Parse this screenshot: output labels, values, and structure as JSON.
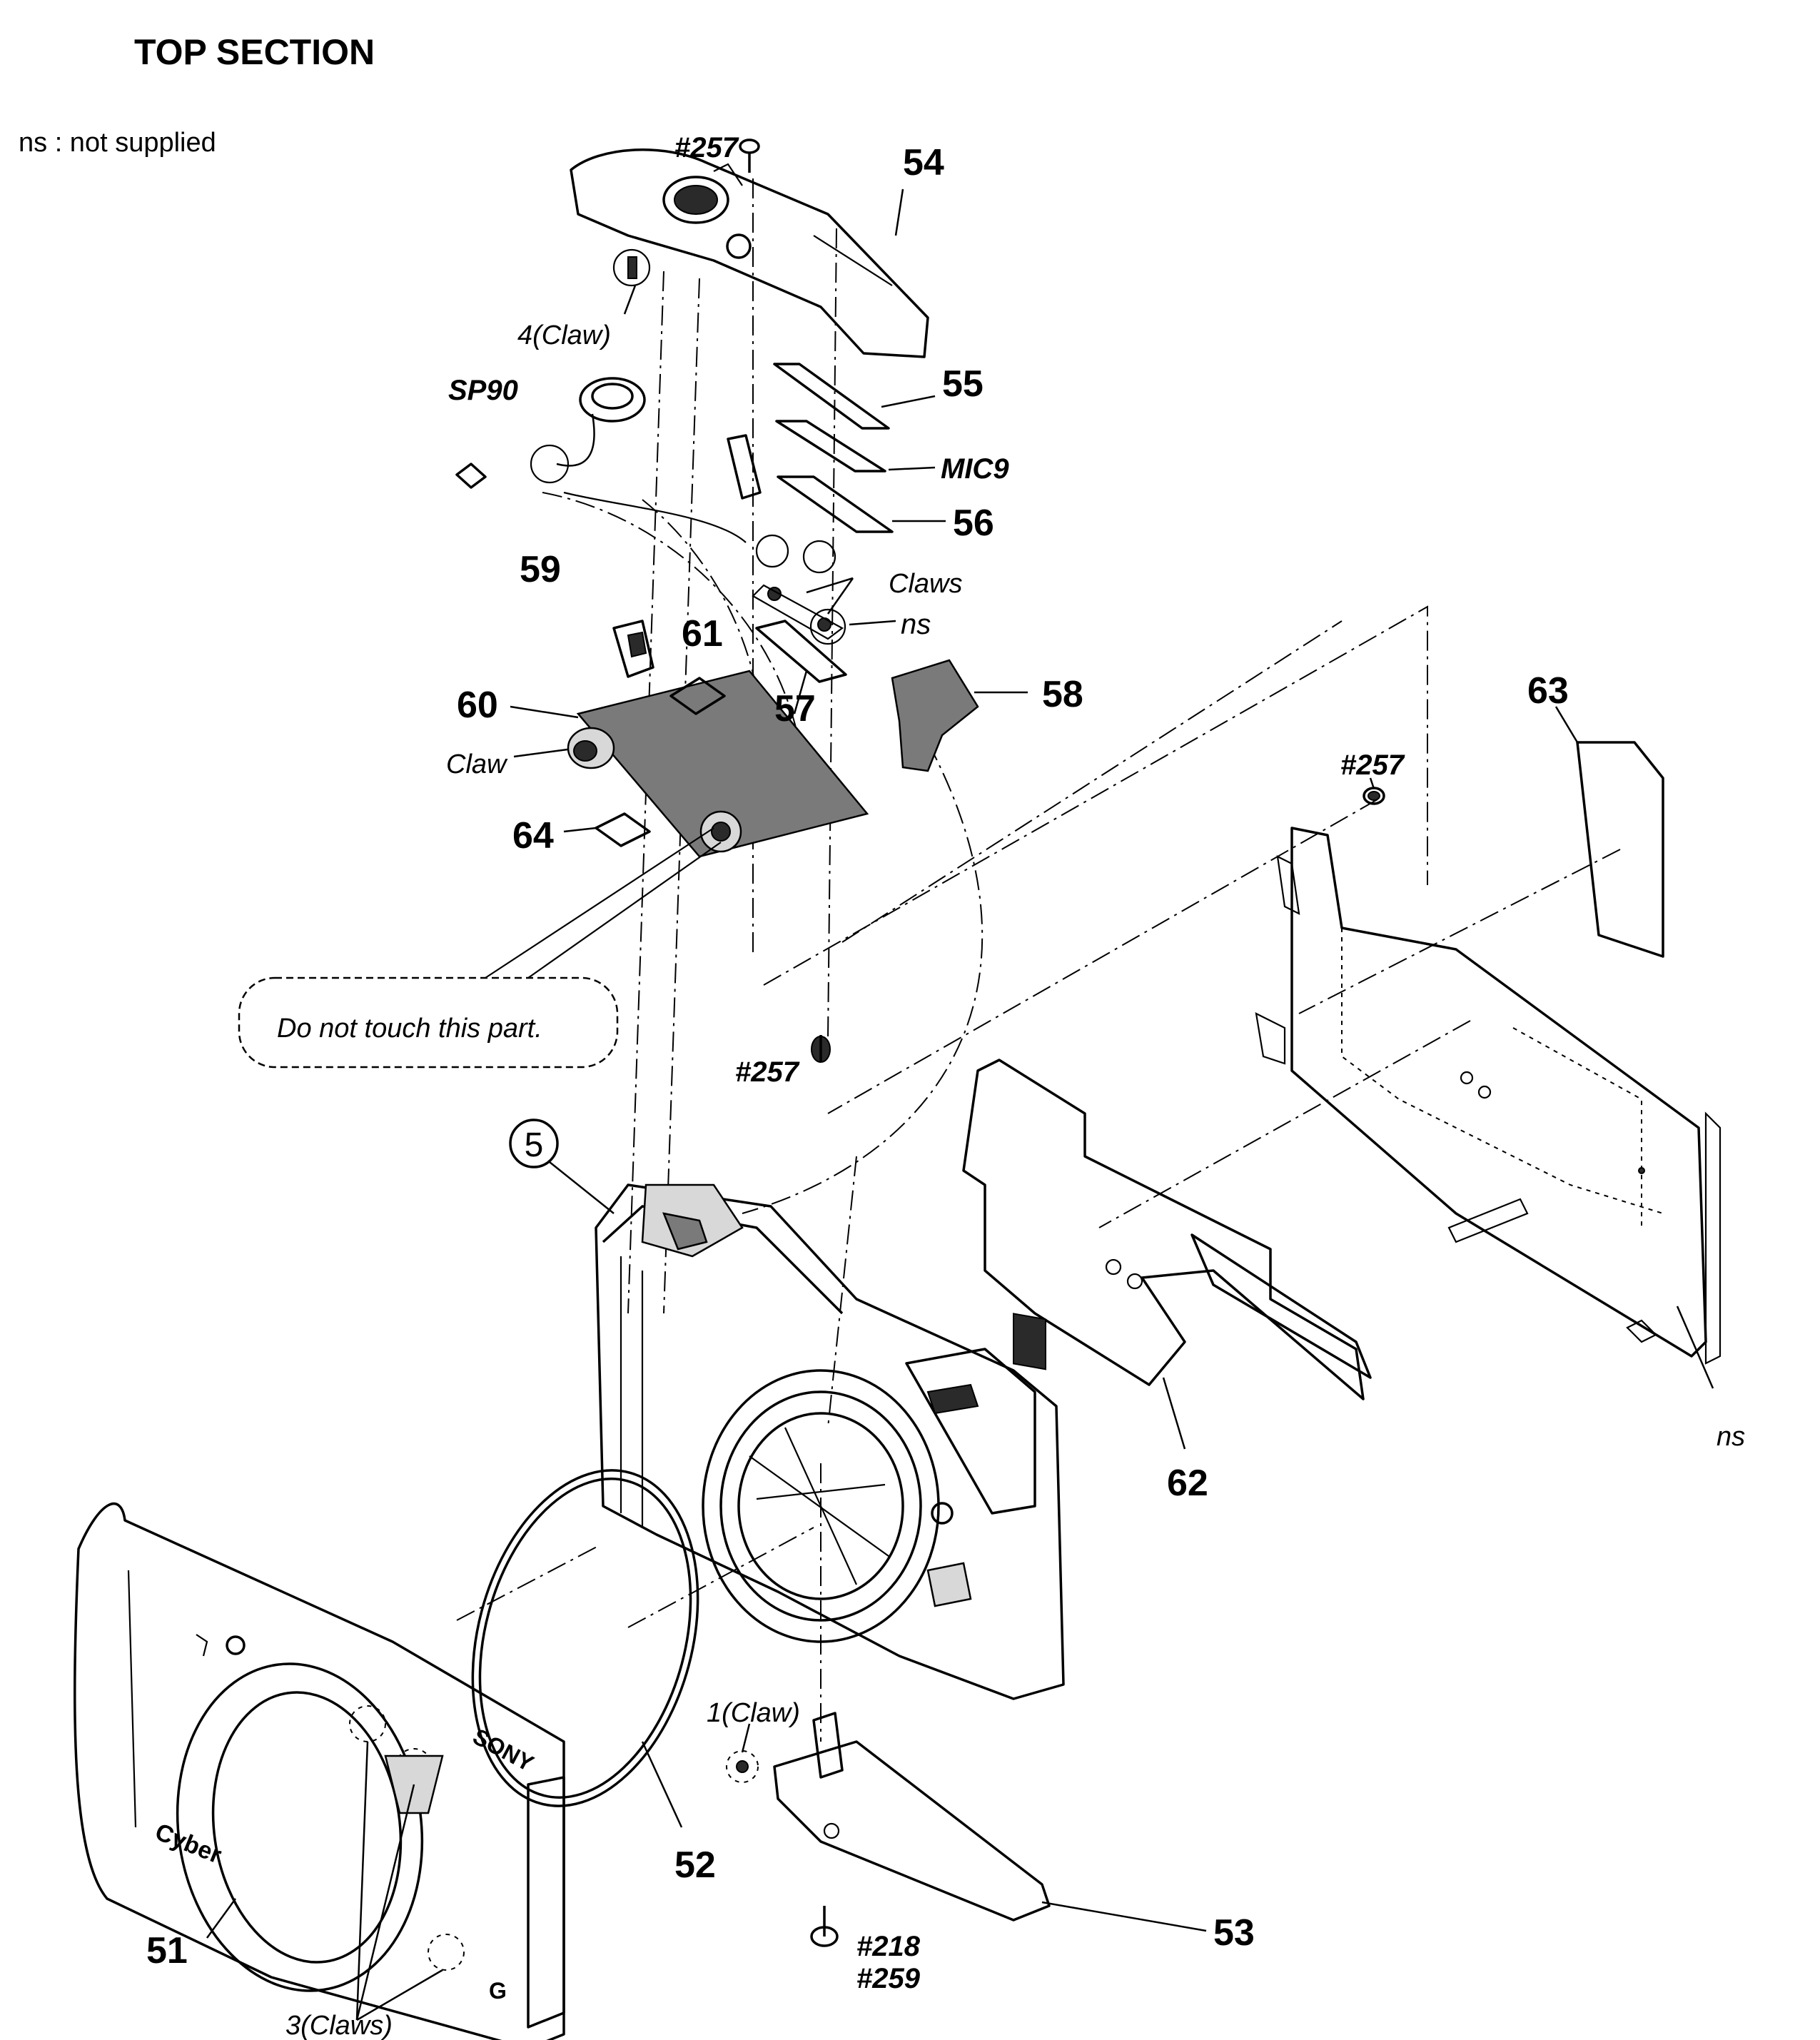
{
  "title": "TOP SECTION",
  "note": "ns : not supplied",
  "callout": "Do not touch this part.",
  "ref_circle": "5",
  "labels": {
    "p51": "51",
    "p52": "52",
    "p53": "53",
    "p54": "54",
    "p55": "55",
    "p56": "56",
    "p57": "57",
    "p58": "58",
    "p59": "59",
    "p60": "60",
    "p61": "61",
    "p62": "62",
    "p63": "63",
    "p64": "64",
    "sp90": "SP90",
    "mic9": "MIC9",
    "s257a": "#257",
    "s257b": "#257",
    "s257c": "#257",
    "s218": "#218",
    "s259": "#259",
    "ns1": "ns",
    "ns2": "ns",
    "claw4": "4(Claw)",
    "claws": "Claws",
    "claw": "Claw",
    "claw1": "1(Claw)",
    "claws3": "3(Claws)"
  }
}
